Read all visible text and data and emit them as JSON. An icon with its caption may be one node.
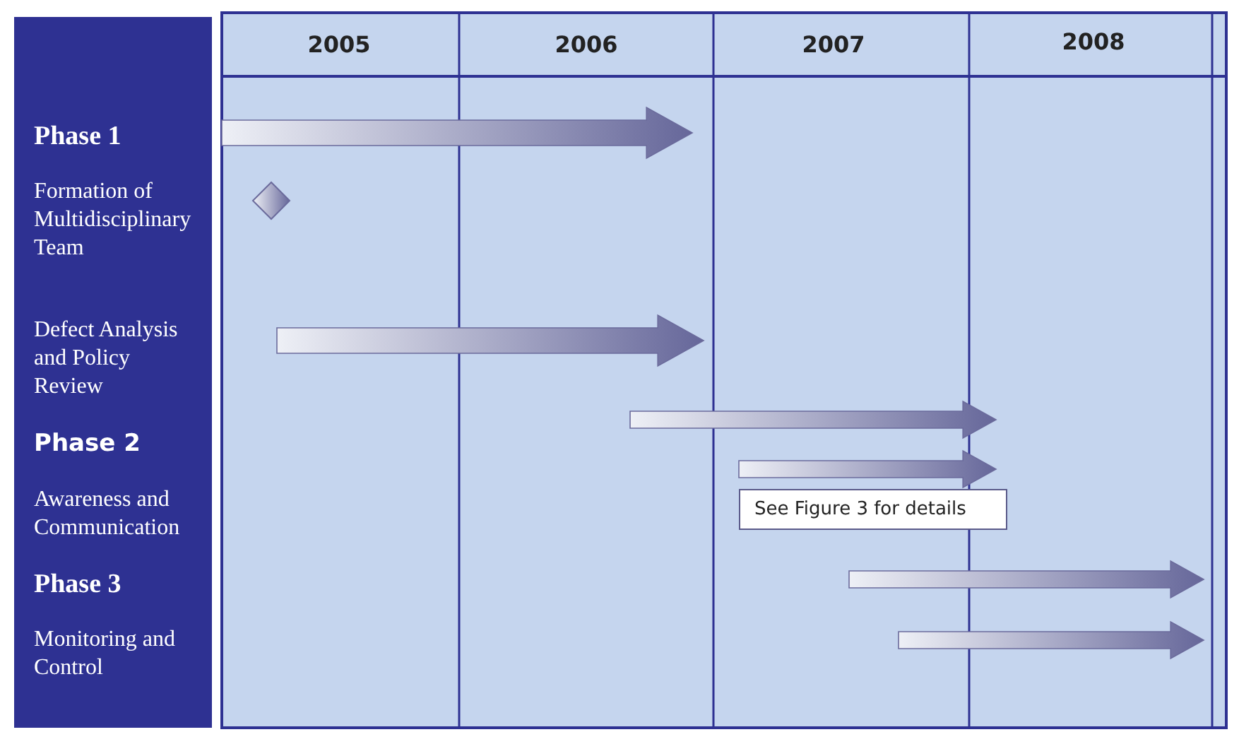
{
  "diagram": {
    "nodes": [
      {
        "text": [],
        "shape": "bar"
      },
      {
        "text": [],
        "shape": "diamond"
      },
      {
        "text": [],
        "shape": "bar"
      },
      {
        "text": [],
        "shape": "bar"
      },
      {
        "text": [],
        "shape": "bar"
      },
      {
        "text": [
          "See Figure 3 for details"
        ]
      },
      {
        "text": [],
        "shape": "bar"
      },
      {
        "text": [],
        "shape": "bar"
      }
    ],
    "labels": [
      "2005",
      "2006",
      "2007",
      "2008",
      "Phase 1",
      "Formation of Multidisciplinary Team",
      "Defect Analysis and Policy Review",
      "Phase 2",
      "Awareness and Communication",
      "Phase 3",
      "Monitoring and Control"
    ]
  }
}
